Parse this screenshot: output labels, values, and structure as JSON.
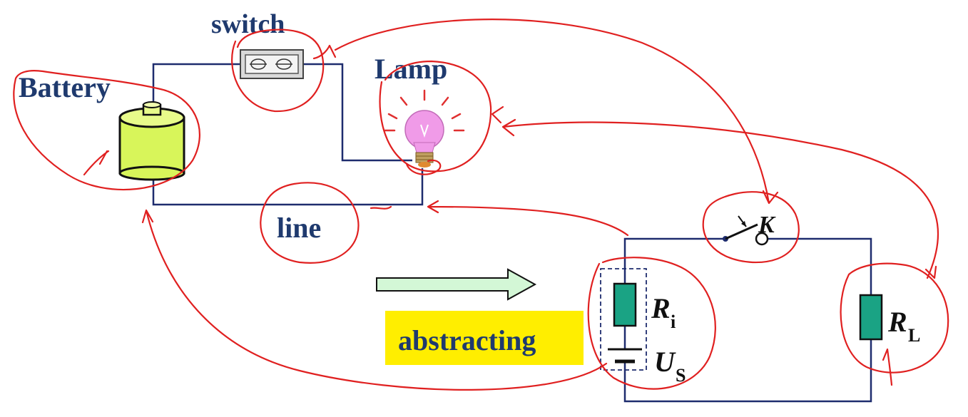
{
  "labels": {
    "switch": "switch",
    "lamp": "Lamp",
    "battery": "Battery",
    "line": "line",
    "abstracting": "abstracting"
  },
  "symbols": {
    "switch_k": "K",
    "ri_main": "R",
    "ri_sub": "i",
    "rl_main": "R",
    "rl_sub": "L",
    "us_main": "U",
    "us_sub": "S"
  },
  "colors": {
    "label_text": "#1f3a6e",
    "wire": "#1e2c6e",
    "annotation_ink": "#e02020",
    "resistor_fill": "#1aa384",
    "battery_fill": "#d8f55a",
    "lamp_fill": "#f09be8",
    "highlight": "#ffee00",
    "arrow_fill": "#d3f7d6"
  }
}
